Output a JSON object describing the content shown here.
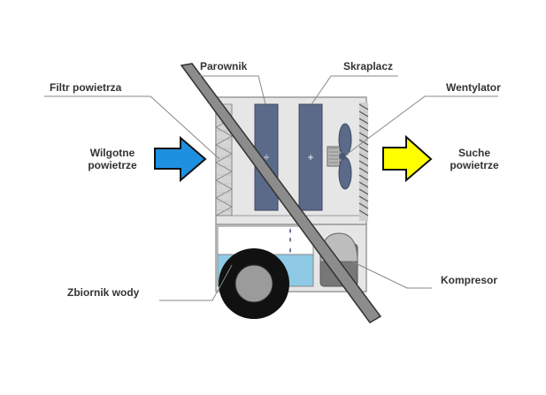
{
  "labels": {
    "evaporator": "Parownik",
    "condenser": "Skraplacz",
    "air_filter": "Filtr powietrza",
    "fan": "Wentylator",
    "humid_air": "Wilgotne powietrze",
    "dry_air": "Suche powietrze",
    "water_tank": "Zbiornik wody",
    "compressor": "Kompresor"
  },
  "symbols": {
    "evaporator_sign": "÷",
    "condenser_sign": "+"
  },
  "colors": {
    "humid_arrow": "#1e90e0",
    "dry_arrow": "#ffff00",
    "coil": "#5a6a88",
    "water": "#8ecae6",
    "unit_body": "#e6e6e6",
    "leader_line": "#888888"
  }
}
